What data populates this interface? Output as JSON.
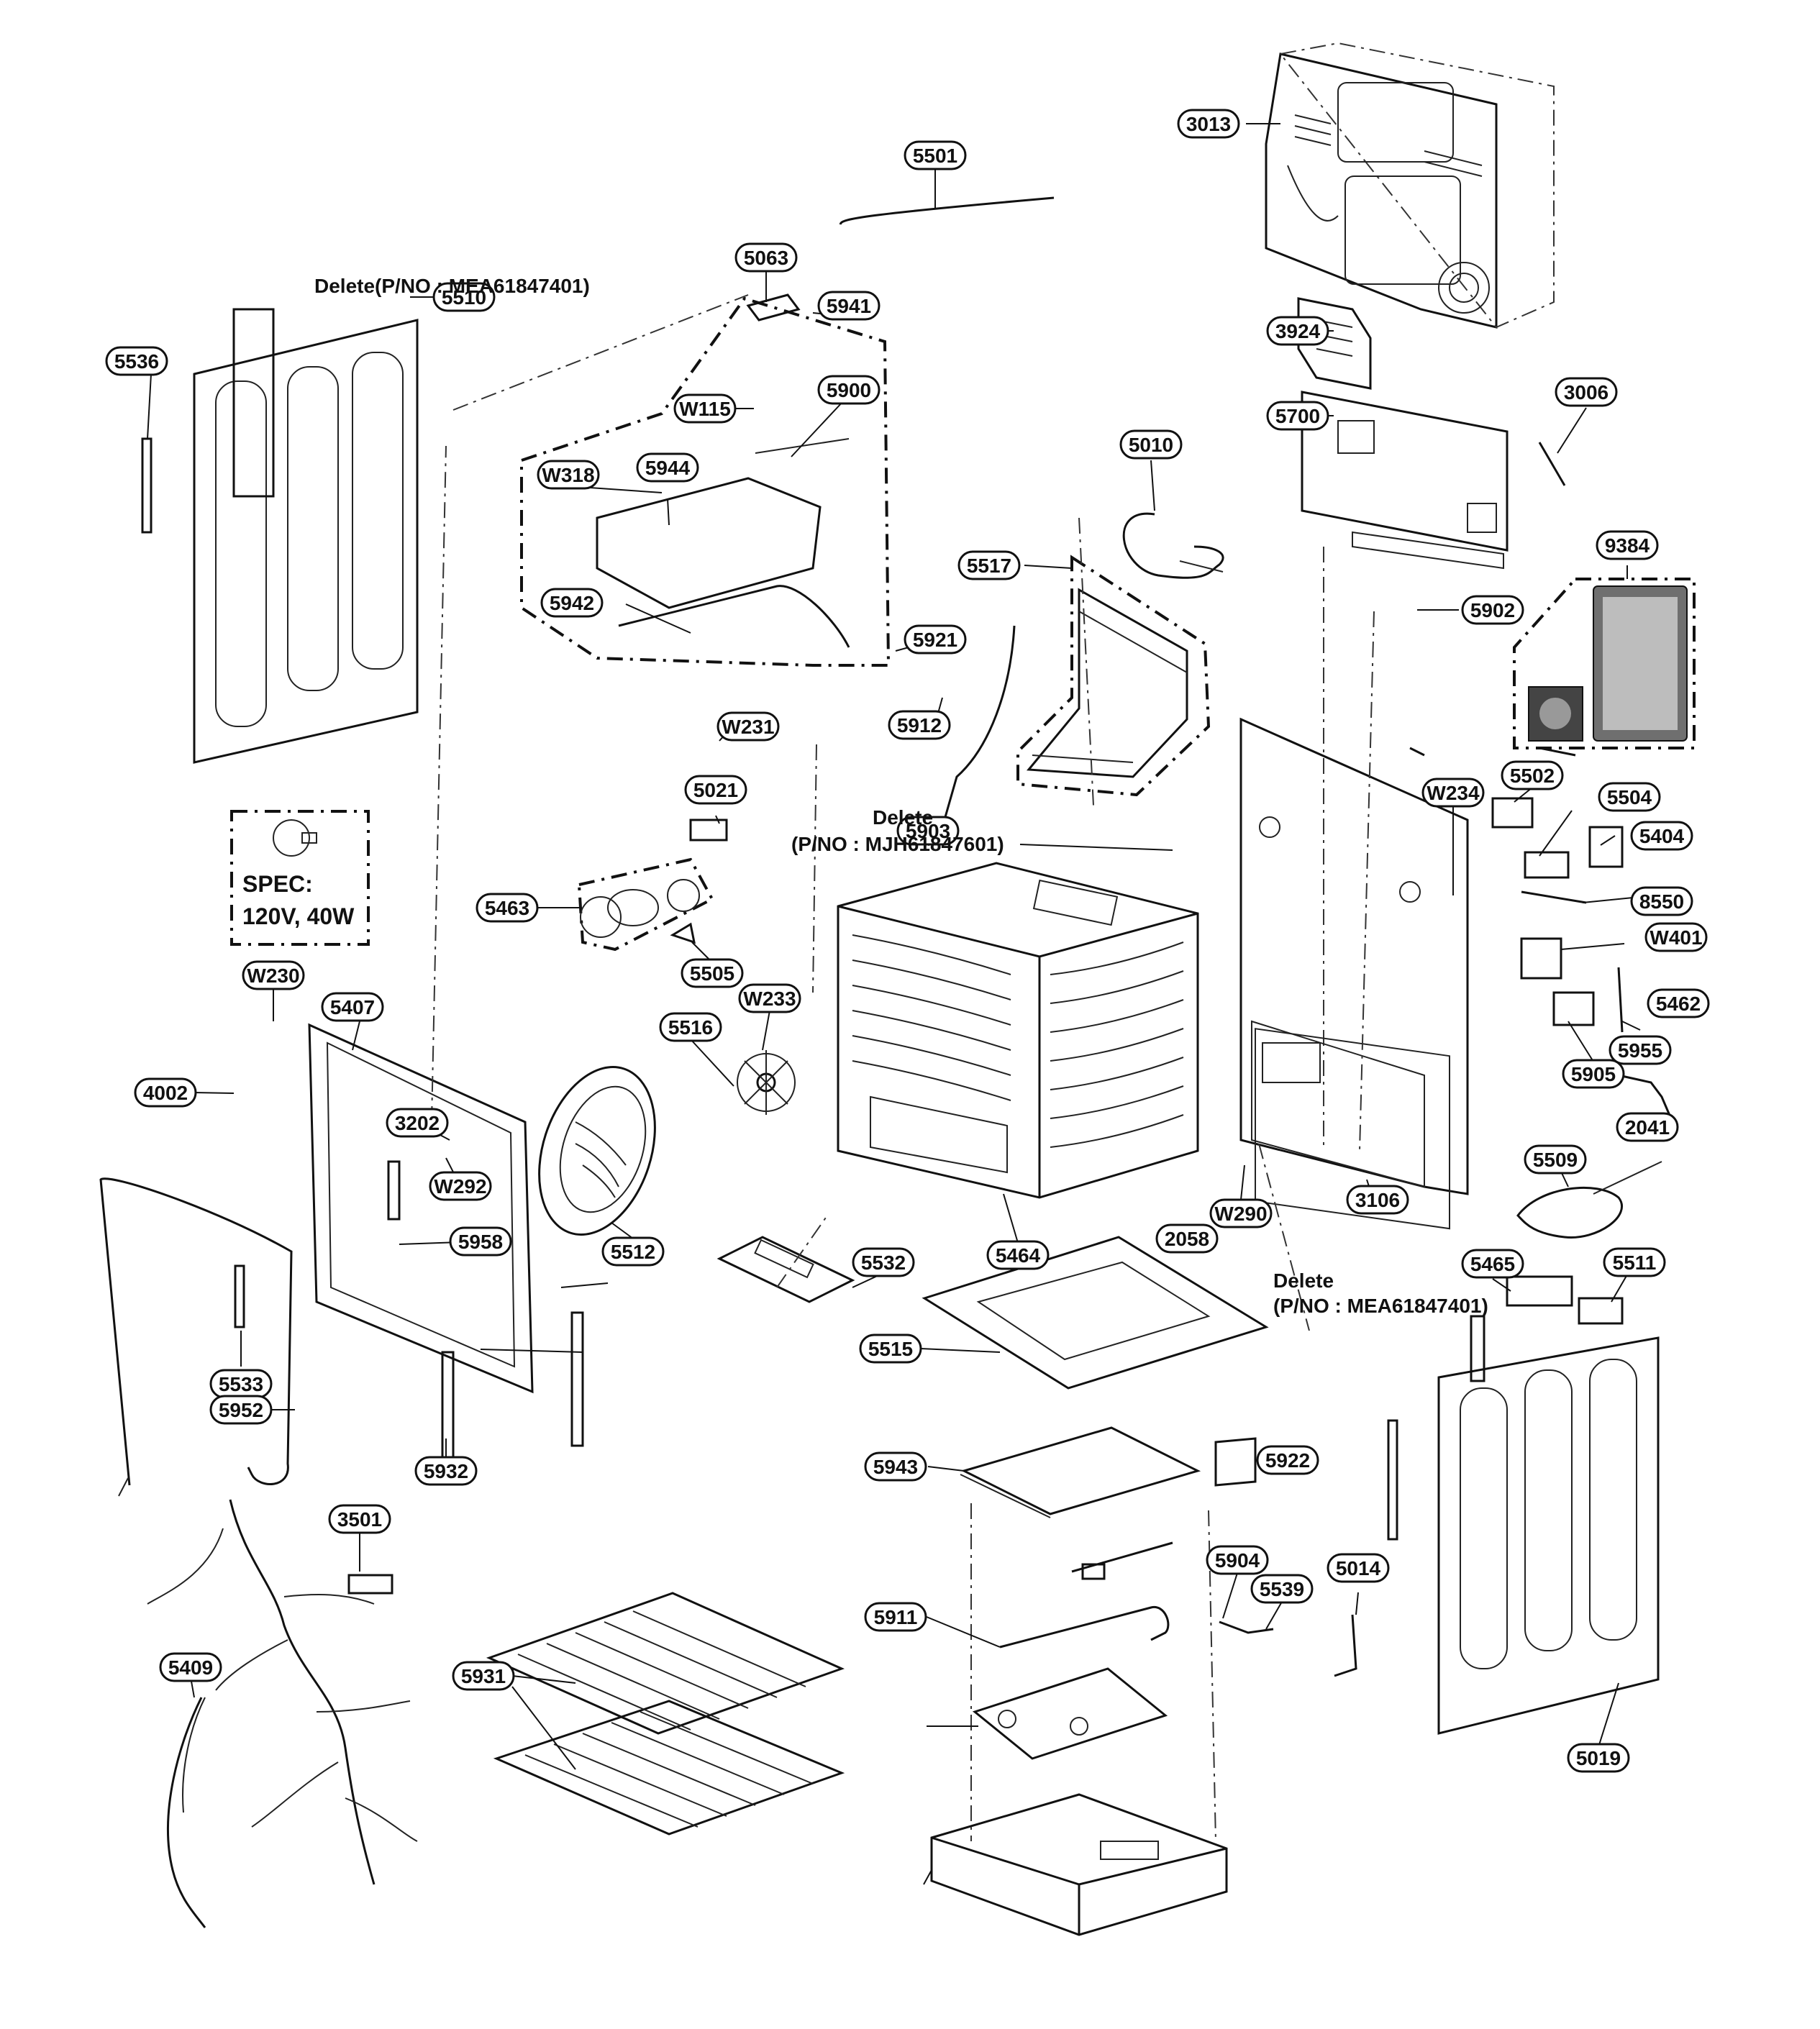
{
  "diagram": {
    "callouts": [
      {
        "label": "3013"
      },
      {
        "label": "5501"
      },
      {
        "label": "5063"
      },
      {
        "label": "5941"
      },
      {
        "label": "5536"
      },
      {
        "label": "5510"
      },
      {
        "label": "W115"
      },
      {
        "label": "5900"
      },
      {
        "label": "W318"
      },
      {
        "label": "5944"
      },
      {
        "label": "5942"
      },
      {
        "label": "5921"
      },
      {
        "label": "5912"
      },
      {
        "label": "W231"
      },
      {
        "label": "5021"
      },
      {
        "label": "5903"
      },
      {
        "label": "3924"
      },
      {
        "label": "5700"
      },
      {
        "label": "3006"
      },
      {
        "label": "5010"
      },
      {
        "label": "5517"
      },
      {
        "label": "9384"
      },
      {
        "label": "5902"
      },
      {
        "label": "5502"
      },
      {
        "label": "W234"
      },
      {
        "label": "5504"
      },
      {
        "label": "5404"
      },
      {
        "label": "8550"
      },
      {
        "label": "W401"
      },
      {
        "label": "5462"
      },
      {
        "label": "5955"
      },
      {
        "label": "5905"
      },
      {
        "label": "2041"
      },
      {
        "label": "5509"
      },
      {
        "label": "3106"
      },
      {
        "label": "W290"
      },
      {
        "label": "2058"
      },
      {
        "label": "5465"
      },
      {
        "label": "5511"
      },
      {
        "label": "5463"
      },
      {
        "label": "5505"
      },
      {
        "label": "W230"
      },
      {
        "label": "5407"
      },
      {
        "label": "W233"
      },
      {
        "label": "5516"
      },
      {
        "label": "4002"
      },
      {
        "label": "3202"
      },
      {
        "label": "W292"
      },
      {
        "label": "5512"
      },
      {
        "label": "5464"
      },
      {
        "label": "5958"
      },
      {
        "label": "5532"
      },
      {
        "label": "5515"
      },
      {
        "label": "5533"
      },
      {
        "label": "5952"
      },
      {
        "label": "5932"
      },
      {
        "label": "5943"
      },
      {
        "label": "5922"
      },
      {
        "label": "5911"
      },
      {
        "label": "5904"
      },
      {
        "label": "5539"
      },
      {
        "label": "5014"
      },
      {
        "label": "5019"
      },
      {
        "label": "3501"
      },
      {
        "label": "5409"
      },
      {
        "label": "5931"
      }
    ],
    "notes": {
      "delete_top": "Delete(P/NO : MEA61847401)",
      "delete_mid_line1": "Delete",
      "delete_mid_line2": "(P/NO : MJH61847601)",
      "delete_bottom_line1": "Delete",
      "delete_bottom_line2": "(P/NO : MEA61847401)",
      "spec_line1": "SPEC:",
      "spec_line2": "120V, 40W"
    }
  }
}
